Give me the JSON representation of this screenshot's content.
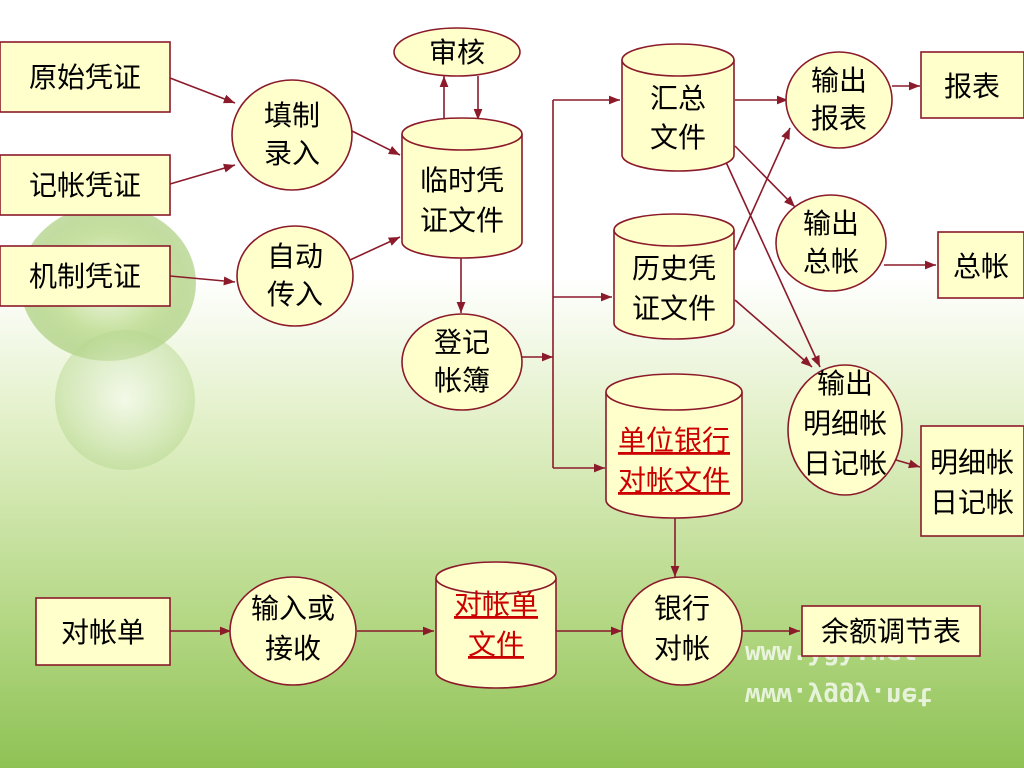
{
  "colors": {
    "box_fill": "#ffffcc",
    "box_stroke": "#8b1a2b",
    "arrow": "#8b1a2b",
    "text": "#000000",
    "link_text": "#cc0000",
    "bg_top": "#ffffff",
    "bg_bottom": "#8fc255"
  },
  "nodes": {
    "yuanshi": "原始凭证",
    "jizhang_pz": "记帐凭证",
    "jizhi": "机制凭证",
    "tianzhi": [
      "填制",
      "录入"
    ],
    "zidong": [
      "自动",
      "传入"
    ],
    "shenhe": "审核",
    "linshi": [
      "临时凭",
      "证文件"
    ],
    "dengji": [
      "登记",
      "帐簿"
    ],
    "huizong": [
      "汇总",
      "文件"
    ],
    "lishi": [
      "历史凭",
      "证文件"
    ],
    "danwei": [
      "单位银行",
      "对帐文件"
    ],
    "shuchu_bb": [
      "输出",
      "报表"
    ],
    "baobiao": "报表",
    "shuchu_zz": [
      "输出",
      "总帐"
    ],
    "zongzhang": "总帐",
    "shuchu_mx": [
      "输出",
      "明细帐",
      "日记帐"
    ],
    "mingxi": [
      "明细帐",
      "日记帐"
    ],
    "duizhangdan": "对帐单",
    "shuru": [
      "输入或",
      "接收"
    ],
    "duizhangdan_file": [
      "对帐单",
      "文件"
    ],
    "yinhang": [
      "银行",
      "对帐"
    ],
    "yue": "余额调节表"
  },
  "watermark": {
    "line1": "www.ygy.net",
    "line2": "www.yggy.net"
  }
}
